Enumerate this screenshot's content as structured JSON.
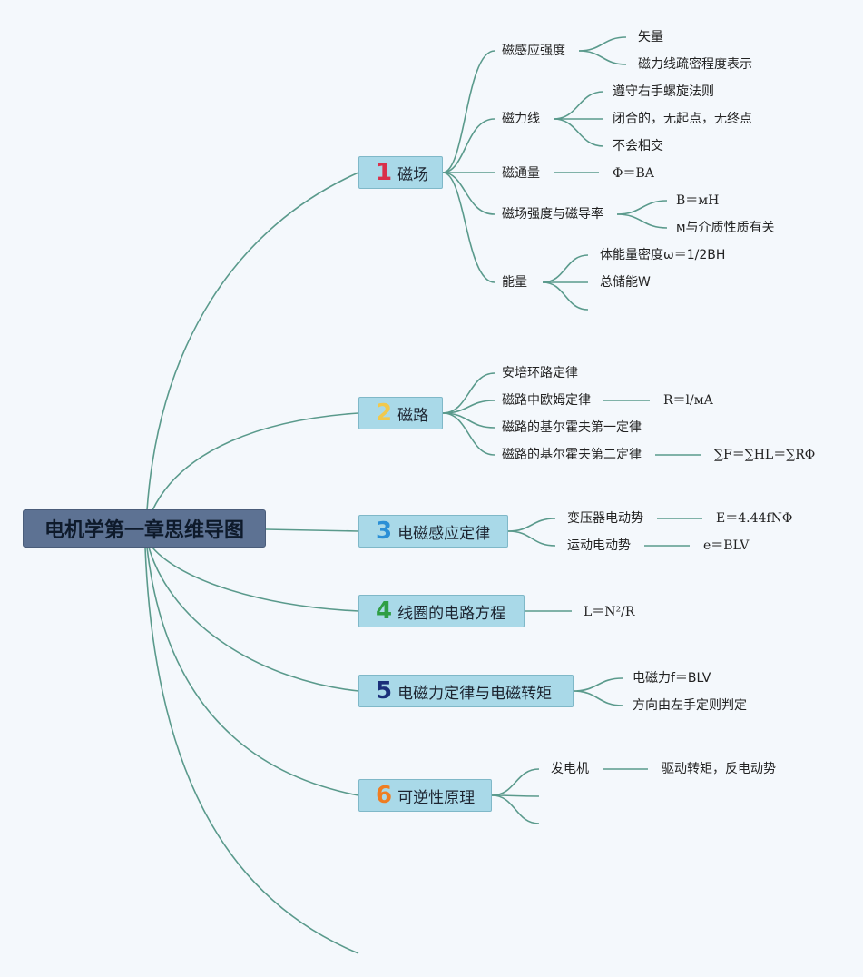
{
  "root": {
    "label": "电机学第一章思维导图"
  },
  "topics": [
    {
      "number": "1",
      "label": "磁场",
      "color": "#d9304a"
    },
    {
      "number": "2",
      "label": "磁路",
      "color": "#f2c94c"
    },
    {
      "number": "3",
      "label": "电磁感应定律",
      "color": "#2a8fd6"
    },
    {
      "number": "4",
      "label": "线圈的电路方程",
      "color": "#2f9e44"
    },
    {
      "number": "5",
      "label": "电磁力定律与电磁转矩",
      "color": "#1a2f7a"
    },
    {
      "number": "6",
      "label": "可逆性原理",
      "color": "#ef7d22"
    }
  ],
  "branches": {
    "t1": {
      "b1": {
        "label": "磁感应强度",
        "children": [
          "矢量",
          "磁力线疏密程度表示"
        ]
      },
      "b2": {
        "label": "磁力线",
        "children": [
          "遵守右手螺旋法则",
          "闭合的，无起点，无终点",
          "不会相交"
        ]
      },
      "b3": {
        "label": "磁通量",
        "children": [
          "Φ＝BA"
        ]
      },
      "b4": {
        "label": "磁场强度与磁导率",
        "children": [
          "B＝мH",
          "м与介质性质有关"
        ]
      },
      "b5": {
        "label": "能量",
        "children": [
          "体能量密度ω＝1/2BH",
          "总储能W"
        ]
      }
    },
    "t2": {
      "b1": {
        "label": "安培环路定律"
      },
      "b2": {
        "label": "磁路中欧姆定律",
        "children": [
          "R＝l/мA"
        ]
      },
      "b3": {
        "label": "磁路的基尔霍夫第一定律"
      },
      "b4": {
        "label": "磁路的基尔霍夫第二定律",
        "children": [
          "∑F＝∑HL＝∑RΦ"
        ]
      }
    },
    "t3": {
      "b1": {
        "label": "变压器电动势",
        "children": [
          "E＝4.44fNΦ"
        ]
      },
      "b2": {
        "label": "运动电动势",
        "children": [
          "e＝BLV"
        ]
      }
    },
    "t4": {
      "b1": {
        "label": "L＝N²/R"
      }
    },
    "t5": {
      "b1": {
        "label": "电磁力f＝BLV"
      },
      "b2": {
        "label": "方向由左手定则判定"
      }
    },
    "t6": {
      "b1": {
        "label": "发电机",
        "children": [
          "驱动转矩，反电动势"
        ]
      }
    }
  }
}
